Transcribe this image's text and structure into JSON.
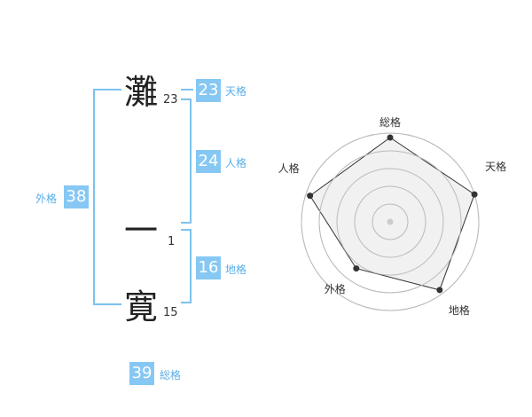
{
  "name": {
    "chars": [
      {
        "char": "灘",
        "strokes": "23"
      },
      {
        "char": "一",
        "strokes": "1"
      },
      {
        "char": "寛",
        "strokes": "15"
      }
    ]
  },
  "kakusuu": {
    "tenkaku": {
      "value": "23",
      "label": "天格"
    },
    "jinkaku": {
      "value": "24",
      "label": "人格"
    },
    "chikaku": {
      "value": "16",
      "label": "地格"
    },
    "gaikaku": {
      "value": "38",
      "label": "外格"
    },
    "soukaku": {
      "value": "39",
      "label": "総格"
    }
  },
  "chart_data": {
    "type": "radar",
    "axes": [
      "総格",
      "天格",
      "地格",
      "外格",
      "人格"
    ],
    "values": [
      0.95,
      1.0,
      0.95,
      0.65,
      0.95
    ],
    "rings": 5,
    "max": 1.0,
    "colors": {
      "fill": "#efefef",
      "line": "#333333",
      "grid": "#cccccc",
      "point": "#333333"
    }
  },
  "colors": {
    "accent": "#86c8f3",
    "bracket": "#7cc2ee"
  }
}
